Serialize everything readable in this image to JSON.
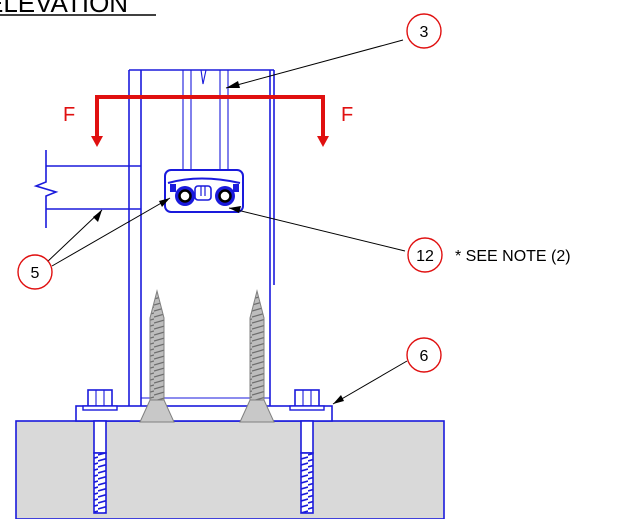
{
  "title": "ELEVATION",
  "force": {
    "label": "F",
    "color": "#e01010"
  },
  "callouts": [
    {
      "id": "callout-3",
      "number": "3"
    },
    {
      "id": "callout-12",
      "number": "12"
    },
    {
      "id": "callout-5",
      "number": "5"
    },
    {
      "id": "callout-6",
      "number": "6"
    }
  ],
  "note": "* SEE NOTE (2)",
  "colors": {
    "structure": "#1a1adc",
    "force": "#e01010",
    "concrete": "#d9d9d9",
    "screw": "#a8a8a8"
  },
  "icons": [
    "wood-screw-icon",
    "hex-bolt-icon",
    "break-line-icon"
  ]
}
